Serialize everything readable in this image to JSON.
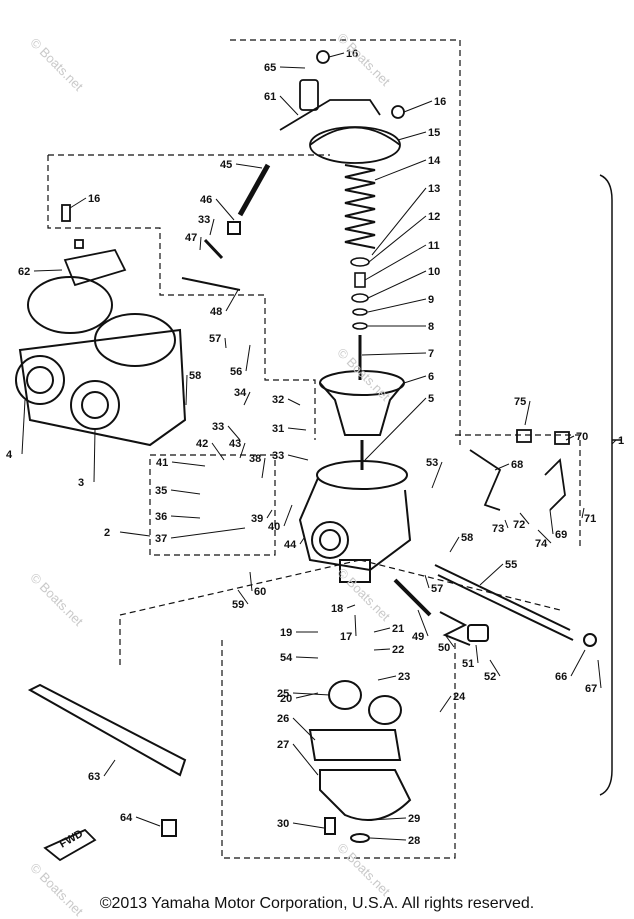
{
  "watermark": "© Boats.net",
  "copyright": "©2013 Yamaha Motor Corporation, U.S.A. All rights reserved.",
  "front_mark": "FWD",
  "part_numbers": [
    "1",
    "2",
    "3",
    "4",
    "5",
    "6",
    "7",
    "8",
    "9",
    "10",
    "11",
    "12",
    "13",
    "14",
    "15",
    "16",
    "17",
    "18",
    "19",
    "20",
    "21",
    "22",
    "23",
    "24",
    "25",
    "26",
    "27",
    "28",
    "29",
    "30",
    "31",
    "32",
    "33",
    "34",
    "35",
    "36",
    "37",
    "38",
    "39",
    "40",
    "41",
    "42",
    "43",
    "44",
    "45",
    "46",
    "47",
    "48",
    "49",
    "50",
    "51",
    "52",
    "53",
    "54",
    "55",
    "56",
    "57",
    "58",
    "59",
    "60",
    "61",
    "62",
    "63",
    "64",
    "65",
    "66",
    "67",
    "68",
    "69",
    "70",
    "71",
    "72",
    "73",
    "74",
    "75"
  ]
}
